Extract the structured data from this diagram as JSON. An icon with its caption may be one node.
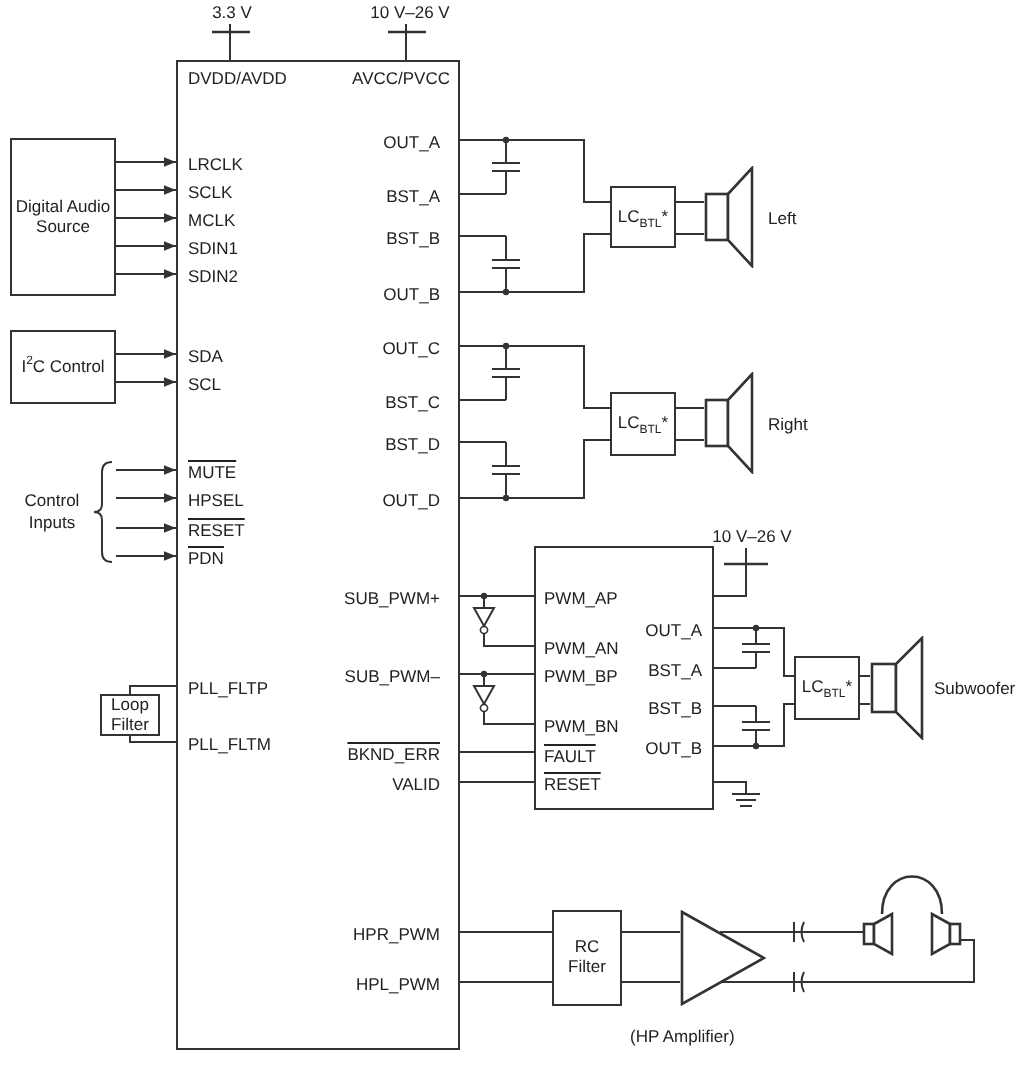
{
  "diagram": {
    "nodes": [
      {
        "text": [
          "3.3 V"
        ]
      },
      {
        "text": [
          "10 V–26 V"
        ]
      },
      {
        "text": [
          "DVDD/AVDD",
          "AVCC/PVCC",
          "LRCLK",
          "SCLK",
          "MCLK",
          "SDIN1",
          "SDIN2",
          "SDA",
          "SCL",
          "MUTE",
          "HPSEL",
          "RESET",
          "PDN",
          "PLL_FLTP",
          "PLL_FLTM",
          "OUT_A",
          "BST_A",
          "BST_B",
          "OUT_B",
          "OUT_C",
          "BST_C",
          "BST_D",
          "OUT_D",
          "SUB_PWM+",
          "SUB_PWM–",
          "BKND_ERR",
          "VALID",
          "HPR_PWM",
          "HPL_PWM"
        ]
      },
      {
        "text": [
          "Digital Audio Source"
        ]
      },
      {
        "text": [
          "I$^{2}$C Control"
        ]
      },
      {
        "text": [
          "Control Inputs"
        ]
      },
      {
        "text": [
          "Loop Filter"
        ]
      },
      {
        "text": [
          "LC$_{BTL}$*"
        ]
      },
      {
        "text": [],
        "shape": "speaker",
        "beside": [
          "Left"
        ]
      },
      {
        "text": [
          "LC$_{BTL}$*"
        ]
      },
      {
        "text": [],
        "shape": "speaker",
        "beside": [
          "Right"
        ]
      },
      {
        "text": [
          "PWM_AP",
          "PWM_AN",
          "PWM_BP",
          "PWM_BN",
          "FAULT",
          "RESET",
          "OUT_A",
          "BST_A",
          "BST_B",
          "OUT_B"
        ]
      },
      {
        "text": [
          "10 V–26 V"
        ]
      },
      {
        "text": [
          "LC$_{BTL}$*"
        ]
      },
      {
        "text": [],
        "shape": "speaker",
        "beside": [
          "Subwoofer"
        ]
      },
      {
        "text": [
          "RC Filter"
        ]
      },
      {
        "text": [],
        "shape": "triangle",
        "beside": [
          "(HP Amplifier)"
        ]
      },
      {
        "text": [],
        "shape": "headphones"
      }
    ],
    "edges": [
      {
        "from": 0,
        "to": 2,
        "arrow": "none"
      },
      {
        "from": 1,
        "to": 2,
        "arrow": "none"
      },
      {
        "from": 3,
        "to": 2,
        "arrow": "to"
      },
      {
        "from": 3,
        "to": 2,
        "arrow": "to"
      },
      {
        "from": 3,
        "to": 2,
        "arrow": "to"
      },
      {
        "from": 3,
        "to": 2,
        "arrow": "to"
      },
      {
        "from": 3,
        "to": 2,
        "arrow": "to"
      },
      {
        "from": 4,
        "to": 2,
        "arrow": "to"
      },
      {
        "from": 4,
        "to": 2,
        "arrow": "to"
      },
      {
        "from": 5,
        "to": 2,
        "arrow": "to"
      },
      {
        "from": 5,
        "to": 2,
        "arrow": "to"
      },
      {
        "from": 5,
        "to": 2,
        "arrow": "to"
      },
      {
        "from": 5,
        "to": 2,
        "arrow": "to"
      },
      {
        "from": 6,
        "to": 2,
        "arrow": "none"
      },
      {
        "from": 6,
        "to": 2,
        "arrow": "none"
      },
      {
        "from": 2,
        "to": 7,
        "arrow": "none"
      },
      {
        "from": 2,
        "to": 7,
        "arrow": "none"
      },
      {
        "from": 7,
        "to": 8,
        "arrow": "none"
      },
      {
        "from": 7,
        "to": 8,
        "arrow": "none"
      },
      {
        "from": 2,
        "to": 9,
        "arrow": "none"
      },
      {
        "from": 2,
        "to": 9,
        "arrow": "none"
      },
      {
        "from": 9,
        "to": 10,
        "arrow": "none"
      },
      {
        "from": 9,
        "to": 10,
        "arrow": "none"
      },
      {
        "from": 2,
        "to": 11,
        "arrow": "none"
      },
      {
        "from": 2,
        "to": 11,
        "arrow": "none"
      },
      {
        "from": 2,
        "to": 11,
        "arrow": "none"
      },
      {
        "from": 2,
        "to": 11,
        "arrow": "none"
      },
      {
        "from": 2,
        "to": 11,
        "arrow": "none"
      },
      {
        "from": 2,
        "to": 11,
        "arrow": "none"
      },
      {
        "from": 12,
        "to": 11,
        "arrow": "none"
      },
      {
        "from": 11,
        "to": 13,
        "arrow": "none"
      },
      {
        "from": 11,
        "to": 13,
        "arrow": "none"
      },
      {
        "from": 13,
        "to": 14,
        "arrow": "none"
      },
      {
        "from": 13,
        "to": 14,
        "arrow": "none"
      },
      {
        "from": 2,
        "to": 15,
        "arrow": "none"
      },
      {
        "from": 2,
        "to": 15,
        "arrow": "none"
      },
      {
        "from": 15,
        "to": 16,
        "arrow": "none"
      },
      {
        "from": 15,
        "to": 16,
        "arrow": "none"
      },
      {
        "from": 16,
        "to": 17,
        "arrow": "none"
      },
      {
        "from": 16,
        "to": 17,
        "arrow": "none"
      }
    ]
  }
}
